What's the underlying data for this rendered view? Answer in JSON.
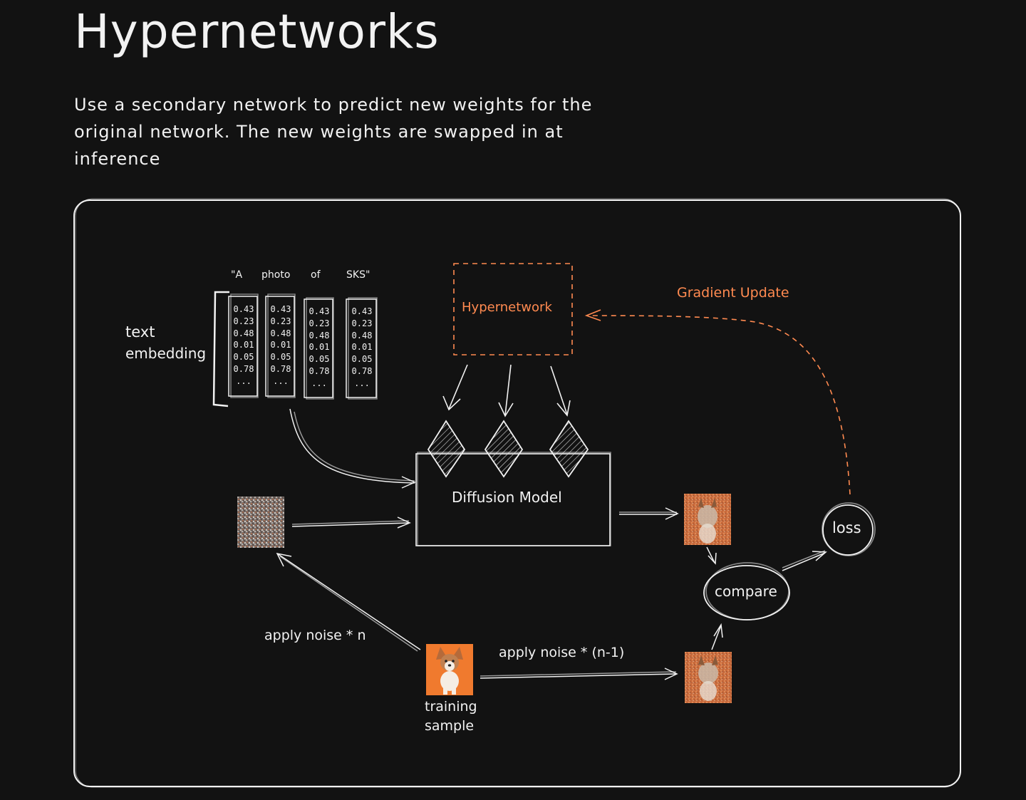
{
  "title": "Hypernetworks",
  "description": "Use a secondary network to predict new weights for the original network. The new weights are swapped in at inference",
  "diagram": {
    "tokens": [
      "\"A",
      "photo",
      "of",
      "SKS\""
    ],
    "embedding_label_line1": "text",
    "embedding_label_line2": "embedding",
    "embedding_columns": [
      [
        "0.43",
        "0.23",
        "0.48",
        "0.01",
        "0.05",
        "0.78",
        "..."
      ],
      [
        "0.43",
        "0.23",
        "0.48",
        "0.01",
        "0.05",
        "0.78",
        "..."
      ],
      [
        "0.43",
        "0.23",
        "0.48",
        "0.01",
        "0.05",
        "0.78",
        "..."
      ],
      [
        "0.43",
        "0.23",
        "0.48",
        "0.01",
        "0.05",
        "0.78",
        "..."
      ]
    ],
    "hypernetwork_label": "Hypernetwork",
    "gradient_update_label": "Gradient Update",
    "diffusion_model_label": "Diffusion Model",
    "loss_label": "loss",
    "compare_label": "compare",
    "apply_noise_n_label": "apply noise * n",
    "apply_noise_n1_label": "apply noise * (n-1)",
    "training_sample_line1": "training",
    "training_sample_line2": "sample",
    "accent_color": "#ff8a50",
    "stroke_color": "#f2f2f2",
    "background_color": "#121212"
  }
}
